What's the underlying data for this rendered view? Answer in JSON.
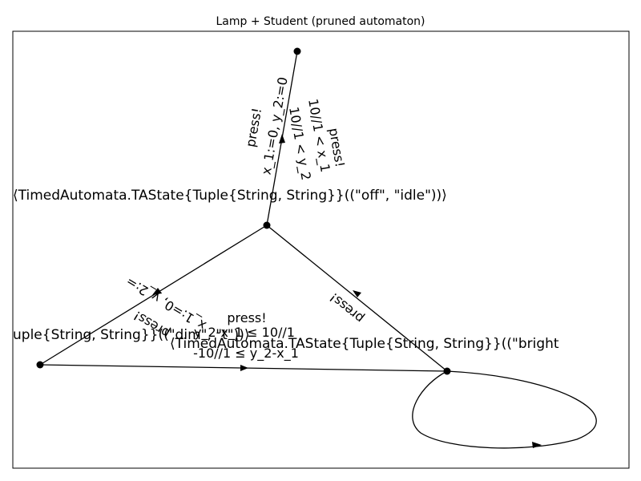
{
  "title": "Lamp + Student (pruned automaton)",
  "colors": {
    "background": "#ffffff",
    "ink": "#000000"
  },
  "nodes": [
    {
      "id": "init",
      "label": ""
    },
    {
      "id": "off_idle",
      "label": "⟨TimedAutomata.TAState{Tuple{String, String}}((\"off\", \"idle\"))⟩"
    },
    {
      "id": "dim_t",
      "label": "uple{String, String}}((\"dim\", \"t\"))⟩"
    },
    {
      "id": "bright",
      "label": "⟨TimedAutomata.TAState{Tuple{String, String}}((\"bright"
    }
  ],
  "edges": [
    {
      "id": "init_to_off",
      "from": "init",
      "to": "off_idle",
      "labels": [
        "press!",
        "x_1:=0, y_2:=0"
      ]
    },
    {
      "id": "off_to_init_side",
      "from": "off_idle",
      "to": "init",
      "labels": [
        "10//1 < x_1",
        "10//1 < y_2",
        "press!"
      ]
    },
    {
      "id": "off_to_dim",
      "from": "off_idle",
      "to": "dim_t",
      "labels": [
        "x_1:=0, y_2:=",
        "press!"
      ]
    },
    {
      "id": "bright_to_off",
      "from": "bright",
      "to": "off_idle",
      "labels": [
        "press!"
      ]
    },
    {
      "id": "dim_to_bright",
      "from": "dim_t",
      "to": "bright",
      "labels": [
        "press!",
        "y_2-x_1 ≤ 10//1",
        "-10//1 ≤ y_2-x_1"
      ]
    },
    {
      "id": "bright_self_loop",
      "from": "bright",
      "to": "bright",
      "labels": []
    }
  ]
}
